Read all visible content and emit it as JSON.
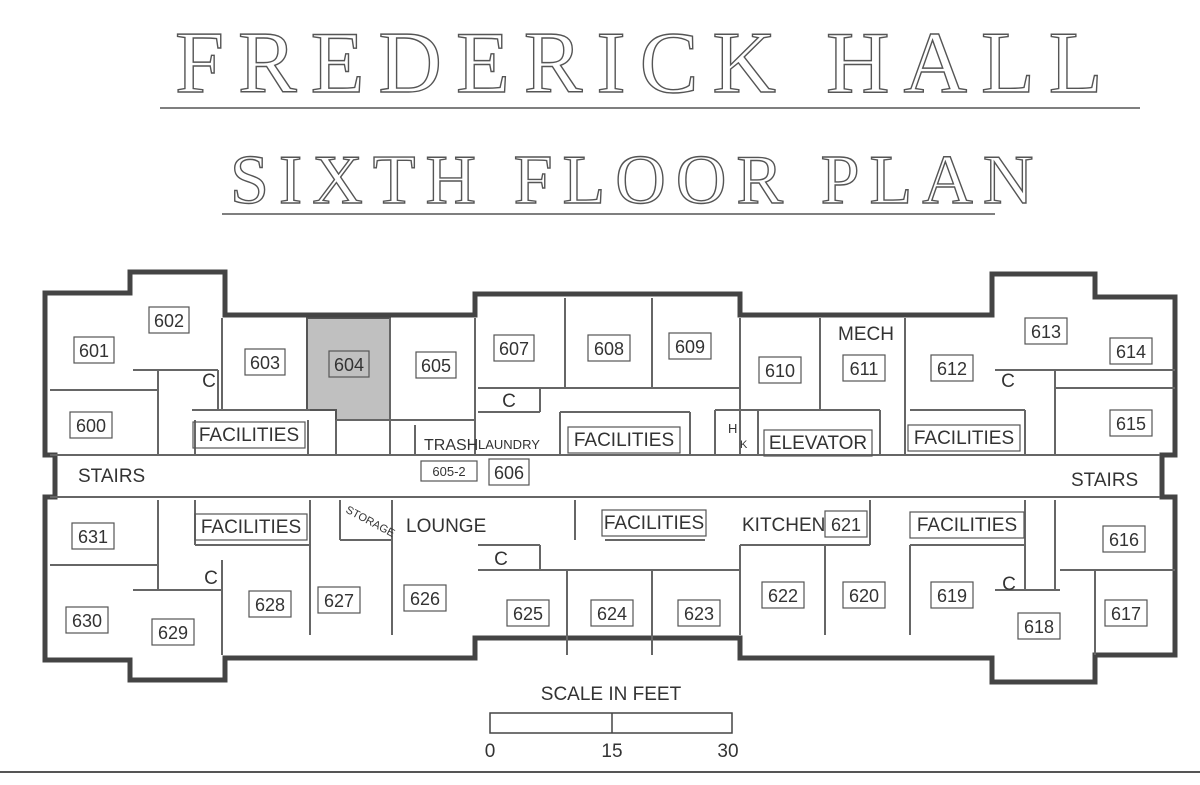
{
  "title": "FREDERICK HALL",
  "subtitle": "SIXTH FLOOR PLAN",
  "highlight_color": "#c0c0c0",
  "highlighted_room": "604",
  "rooms": {
    "r600": "600",
    "r601": "601",
    "r602": "602",
    "r603": "603",
    "r604": "604",
    "r605": "605",
    "r605_2": "605-2",
    "r606": "606",
    "r607": "607",
    "r608": "608",
    "r609": "609",
    "r610": "610",
    "r611": "611",
    "r612": "612",
    "r613": "613",
    "r614": "614",
    "r615": "615",
    "r616": "616",
    "r617": "617",
    "r618": "618",
    "r619": "619",
    "r620": "620",
    "r621": "621",
    "r622": "622",
    "r623": "623",
    "r624": "624",
    "r625": "625",
    "r626": "626",
    "r627": "627",
    "r628": "628",
    "r629": "629",
    "r630": "630",
    "r631": "631"
  },
  "labels": {
    "stairs_left": "STAIRS",
    "stairs_right": "STAIRS",
    "facilities": "FACILITIES",
    "closet": "C",
    "trash": "TRASH",
    "laundry": "LAUNDRY",
    "elevator": "ELEVATOR",
    "mech": "MECH",
    "h": "H",
    "k": "K",
    "storage": "STORAGE",
    "lounge": "LOUNGE",
    "kitchen": "KITCHEN"
  },
  "scale": {
    "label": "SCALE IN FEET",
    "ticks": [
      "0",
      "15",
      "30"
    ]
  }
}
